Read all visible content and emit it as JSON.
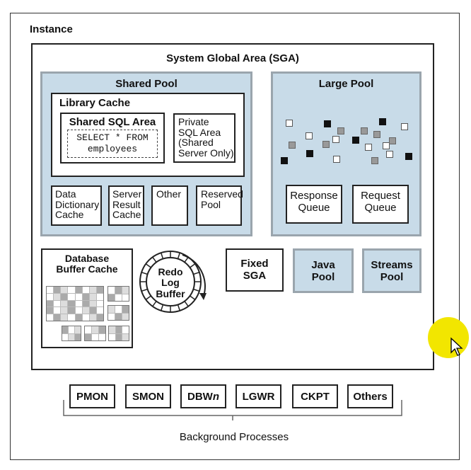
{
  "instance": {
    "title": "Instance"
  },
  "sga": {
    "title": "System Global Area (SGA)"
  },
  "shared_pool": {
    "title": "Shared Pool",
    "library_cache": {
      "title": "Library Cache",
      "shared_sql_area": {
        "title": "Shared SQL Area",
        "query_line1": "SELECT * FROM",
        "query_line2": "employees"
      },
      "private_sql_area": {
        "line1": "Private",
        "line2": "SQL Area",
        "line3": "(Shared",
        "line4": "Server Only)"
      }
    },
    "data_dictionary_cache": {
      "line1": "Data",
      "line2": "Dictionary",
      "line3": "Cache"
    },
    "server_result_cache": {
      "line1": "Server",
      "line2": "Result",
      "line3": "Cache"
    },
    "other": {
      "label": "Other"
    },
    "reserved_pool": {
      "line1": "Reserved",
      "line2": "Pool"
    }
  },
  "large_pool": {
    "title": "Large Pool",
    "response_queue": {
      "line1": "Response",
      "line2": "Queue"
    },
    "request_queue": {
      "line1": "Request",
      "line2": "Queue"
    }
  },
  "database_buffer_cache": {
    "line1": "Database",
    "line2": "Buffer Cache"
  },
  "redo_log_buffer": {
    "line1": "Redo",
    "line2": "Log",
    "line3": "Buffer"
  },
  "fixed_sga": {
    "line1": "Fixed",
    "line2": "SGA"
  },
  "java_pool": {
    "line1": "Java",
    "line2": "Pool"
  },
  "streams_pool": {
    "line1": "Streams",
    "line2": "Pool"
  },
  "background_processes": {
    "label": "Background Processes",
    "pmon": "PMON",
    "smon": "SMON",
    "dbw_prefix": "DBW",
    "dbw_suffix": "n",
    "lgwr": "LGWR",
    "ckpt": "CKPT",
    "others": "Others"
  },
  "colors": {
    "pool_fill": "#c8dbe8",
    "pool_border": "#9aa5ad",
    "cursor_highlight": "#f2e600"
  }
}
